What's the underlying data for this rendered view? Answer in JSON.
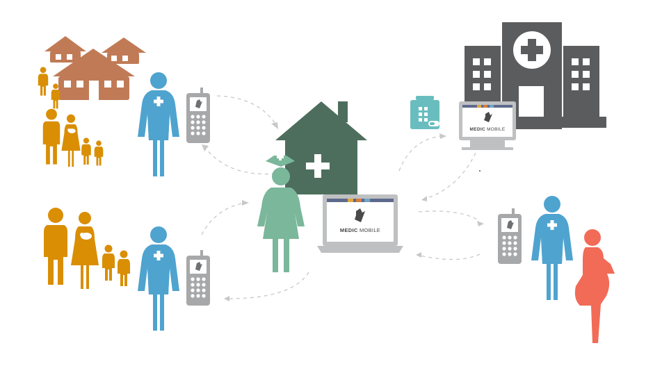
{
  "labels": {
    "laptop_main_brand_bold": "MEDIC",
    "laptop_main_brand_light": " MOBILE",
    "laptop_hospital_brand_bold": "MEDIC",
    "laptop_hospital_brand_light": " MOBILE"
  },
  "colors": {
    "community_orange": "#D98E04",
    "hut_brown": "#C07B56",
    "chw_blue": "#4FA3CF",
    "phone_gray": "#A7A8AA",
    "clinic_green": "#4E6E5D",
    "nurse_green": "#7BB79B",
    "laptop_gray": "#BFC0C2",
    "hospital_gray": "#5B5C5E",
    "pharmacy_teal": "#69BDBF",
    "mother_coral": "#F16B57",
    "arrow_gray": "#C8C8C8"
  },
  "icons": [
    "hut-icon",
    "family-icon",
    "health-worker-icon",
    "mobile-phone-icon",
    "clinic-house-icon",
    "nurse-icon",
    "laptop-icon",
    "medic-mobile-logo-icon",
    "pharmacy-kit-icon",
    "hospital-icon",
    "pregnant-woman-icon",
    "dashed-arrow-icon"
  ]
}
